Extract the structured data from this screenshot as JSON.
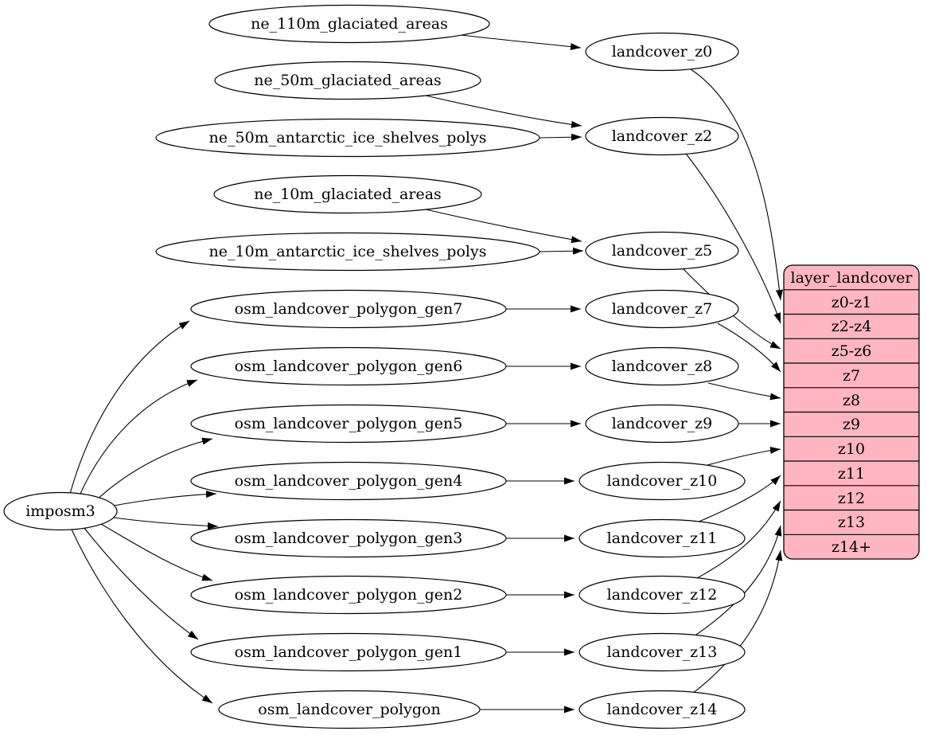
{
  "colors": {
    "background": "#ffffff",
    "node_fill": "#ffffff",
    "table_fill": "#ffb6c1",
    "stroke": "#000000"
  },
  "nodes": {
    "imposm3": {
      "label": "imposm3"
    },
    "ne_110m_glaciated_areas": {
      "label": "ne_110m_glaciated_areas"
    },
    "ne_50m_glaciated_areas": {
      "label": "ne_50m_glaciated_areas"
    },
    "ne_50m_antarctic_ice_shelves_polys": {
      "label": "ne_50m_antarctic_ice_shelves_polys"
    },
    "ne_10m_glaciated_areas": {
      "label": "ne_10m_glaciated_areas"
    },
    "ne_10m_antarctic_ice_shelves_polys": {
      "label": "ne_10m_antarctic_ice_shelves_polys"
    },
    "osm_landcover_polygon_gen7": {
      "label": "osm_landcover_polygon_gen7"
    },
    "osm_landcover_polygon_gen6": {
      "label": "osm_landcover_polygon_gen6"
    },
    "osm_landcover_polygon_gen5": {
      "label": "osm_landcover_polygon_gen5"
    },
    "osm_landcover_polygon_gen4": {
      "label": "osm_landcover_polygon_gen4"
    },
    "osm_landcover_polygon_gen3": {
      "label": "osm_landcover_polygon_gen3"
    },
    "osm_landcover_polygon_gen2": {
      "label": "osm_landcover_polygon_gen2"
    },
    "osm_landcover_polygon_gen1": {
      "label": "osm_landcover_polygon_gen1"
    },
    "osm_landcover_polygon": {
      "label": "osm_landcover_polygon"
    },
    "landcover_z0": {
      "label": "landcover_z0"
    },
    "landcover_z2": {
      "label": "landcover_z2"
    },
    "landcover_z5": {
      "label": "landcover_z5"
    },
    "landcover_z7": {
      "label": "landcover_z7"
    },
    "landcover_z8": {
      "label": "landcover_z8"
    },
    "landcover_z9": {
      "label": "landcover_z9"
    },
    "landcover_z10": {
      "label": "landcover_z10"
    },
    "landcover_z11": {
      "label": "landcover_z11"
    },
    "landcover_z12": {
      "label": "landcover_z12"
    },
    "landcover_z13": {
      "label": "landcover_z13"
    },
    "landcover_z14": {
      "label": "landcover_z14"
    }
  },
  "table": {
    "title": "layer_landcover",
    "rows": [
      "z0-z1",
      "z2-z4",
      "z5-z6",
      "z7",
      "z8",
      "z9",
      "z10",
      "z11",
      "z12",
      "z13",
      "z14+"
    ]
  },
  "edges": [
    {
      "from": "ne_110m_glaciated_areas",
      "to": "landcover_z0"
    },
    {
      "from": "ne_50m_glaciated_areas",
      "to": "landcover_z2"
    },
    {
      "from": "ne_50m_antarctic_ice_shelves_polys",
      "to": "landcover_z2"
    },
    {
      "from": "ne_10m_glaciated_areas",
      "to": "landcover_z5"
    },
    {
      "from": "ne_10m_antarctic_ice_shelves_polys",
      "to": "landcover_z5"
    },
    {
      "from": "imposm3",
      "to": "osm_landcover_polygon_gen7"
    },
    {
      "from": "imposm3",
      "to": "osm_landcover_polygon_gen6"
    },
    {
      "from": "imposm3",
      "to": "osm_landcover_polygon_gen5"
    },
    {
      "from": "imposm3",
      "to": "osm_landcover_polygon_gen4"
    },
    {
      "from": "imposm3",
      "to": "osm_landcover_polygon_gen3"
    },
    {
      "from": "imposm3",
      "to": "osm_landcover_polygon_gen2"
    },
    {
      "from": "imposm3",
      "to": "osm_landcover_polygon_gen1"
    },
    {
      "from": "imposm3",
      "to": "osm_landcover_polygon"
    },
    {
      "from": "osm_landcover_polygon_gen7",
      "to": "landcover_z7"
    },
    {
      "from": "osm_landcover_polygon_gen6",
      "to": "landcover_z8"
    },
    {
      "from": "osm_landcover_polygon_gen5",
      "to": "landcover_z9"
    },
    {
      "from": "osm_landcover_polygon_gen4",
      "to": "landcover_z10"
    },
    {
      "from": "osm_landcover_polygon_gen3",
      "to": "landcover_z11"
    },
    {
      "from": "osm_landcover_polygon_gen2",
      "to": "landcover_z12"
    },
    {
      "from": "osm_landcover_polygon_gen1",
      "to": "landcover_z13"
    },
    {
      "from": "osm_landcover_polygon",
      "to": "landcover_z14"
    },
    {
      "from": "landcover_z0",
      "to": "layer_landcover:z0-z1"
    },
    {
      "from": "landcover_z2",
      "to": "layer_landcover:z2-z4"
    },
    {
      "from": "landcover_z5",
      "to": "layer_landcover:z5-z6"
    },
    {
      "from": "landcover_z7",
      "to": "layer_landcover:z7"
    },
    {
      "from": "landcover_z8",
      "to": "layer_landcover:z8"
    },
    {
      "from": "landcover_z9",
      "to": "layer_landcover:z9"
    },
    {
      "from": "landcover_z10",
      "to": "layer_landcover:z10"
    },
    {
      "from": "landcover_z11",
      "to": "layer_landcover:z11"
    },
    {
      "from": "landcover_z12",
      "to": "layer_landcover:z12"
    },
    {
      "from": "landcover_z13",
      "to": "layer_landcover:z13"
    },
    {
      "from": "landcover_z14",
      "to": "layer_landcover:z14+"
    }
  ]
}
